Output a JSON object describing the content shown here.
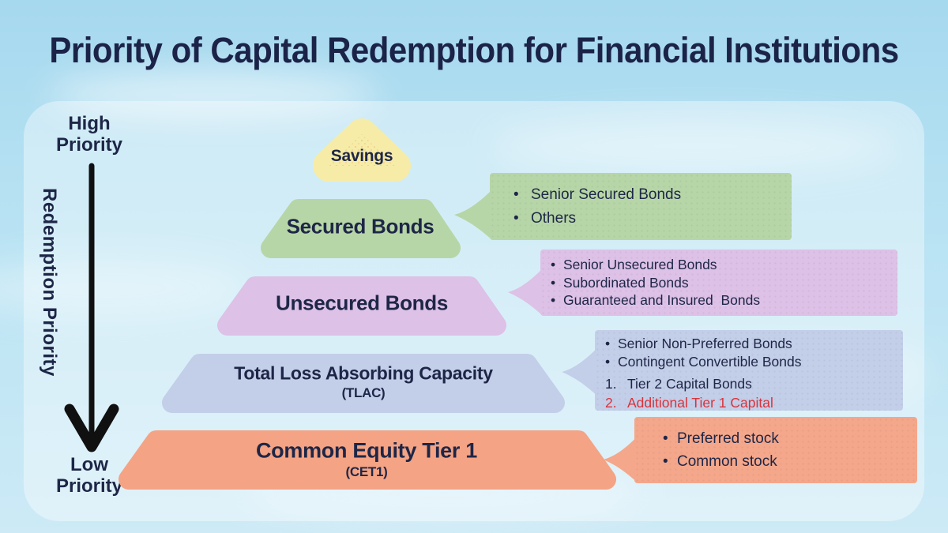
{
  "title": "Priority of Capital Redemption for Financial Institutions",
  "priority_axis": {
    "high": {
      "line1": "High",
      "line2": "Priority"
    },
    "axis_label": "Redemption Priority",
    "low": {
      "line1": "Low",
      "line2": "Priority"
    }
  },
  "pyramid": {
    "tiers": [
      {
        "id": "savings",
        "label": "Savings",
        "color": "#f6eca7"
      },
      {
        "id": "secured-bonds",
        "label": "Secured Bonds",
        "color": "#b7d6a7"
      },
      {
        "id": "unsecured-bonds",
        "label": "Unsecured Bonds",
        "color": "#ddc1e6"
      },
      {
        "id": "tlac",
        "label": "Total Loss Absorbing Capacity",
        "sublabel": "(TLAC)",
        "color": "#c3cee8"
      },
      {
        "id": "cet1",
        "label": "Common Equity Tier 1",
        "sublabel": "(CET1)",
        "color": "#f4a384"
      }
    ]
  },
  "callouts": [
    {
      "for": "secured-bonds",
      "color": "#b7d6a7",
      "items": [
        {
          "marker": "•",
          "text": "Senior Secured Bonds"
        },
        {
          "marker": "•",
          "text": "Others"
        }
      ]
    },
    {
      "for": "unsecured-bonds",
      "color": "#ddc1e6",
      "items": [
        {
          "marker": "•",
          "text": "Senior Unsecured Bonds"
        },
        {
          "marker": "•",
          "text": "Subordinated Bonds"
        },
        {
          "marker": "•",
          "text": "Guaranteed and Insured  Bonds"
        }
      ]
    },
    {
      "for": "tlac",
      "color": "#c3cee8",
      "items": [
        {
          "marker": "•",
          "text": "Senior Non-Preferred Bonds"
        },
        {
          "marker": "•",
          "text": "Contingent Convertible Bonds"
        },
        {
          "marker": "1.",
          "text": "Tier 2 Capital Bonds"
        },
        {
          "marker": "2.",
          "text": "Additional Tier 1 Capital",
          "highlight": true
        }
      ]
    },
    {
      "for": "cet1",
      "color": "#f4a78a",
      "items": [
        {
          "marker": "•",
          "text": "Preferred stock"
        },
        {
          "marker": "•",
          "text": "Common stock"
        }
      ]
    }
  ],
  "colors": {
    "text_navy": "#1e2647",
    "title_navy": "#1b2348",
    "arrow_black": "#101010",
    "highlight_red": "#d8333b",
    "sky": "#b3e0f2",
    "panel": "rgba(255,255,255,0.38)"
  }
}
